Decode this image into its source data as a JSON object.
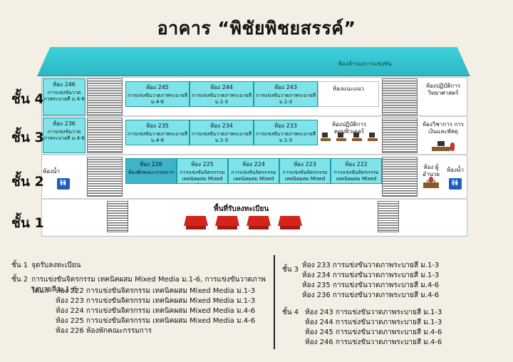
{
  "title": "อาคาร “พิชัยพิชยสรรค์”",
  "roof_label": "ห้องสำรองการแข่งขัน",
  "floors": {
    "f4": "ชั้น 4",
    "f3": "ชั้น 3",
    "f2": "ชั้น 2",
    "f1": "ชั้น 1"
  },
  "floor4": {
    "left_room": {
      "name": "ห้อง 246",
      "desc": "การแข่งขันวาดภาพระบายสี ม.4-6"
    },
    "rooms": [
      {
        "name": "ห้อง 245",
        "desc": "การแข่งขันวาดภาพระบายสี ม.4-6"
      },
      {
        "name": "ห้อง 244",
        "desc": "การแข่งขันวาดภาพระบายสี ม.1-3"
      },
      {
        "name": "ห้อง 243",
        "desc": "การแข่งขันวาดภาพระบายสี ม.1-3"
      }
    ],
    "white_room": "ห้องแนะแนว",
    "right_room": "ห้องปฏิบัติการ วิทยาศาสตร์"
  },
  "floor3": {
    "left_room": {
      "name": "ห้อง 236",
      "desc": "การแข่งขันวาดภาพระบายสี ม.4-6"
    },
    "rooms": [
      {
        "name": "ห้อง 235",
        "desc": "การแข่งขันวาดภาพระบายสี ม.4-6"
      },
      {
        "name": "ห้อง 234",
        "desc": "การแข่งขันวาดภาพระบายสี ม.1-3"
      },
      {
        "name": "ห้อง 233",
        "desc": "การแข่งขันวาดภาพระบายสี ม.1-3"
      }
    ],
    "computer_room": "ห้องปฏิบัติการคอมพิวเตอร์",
    "right_room": "ห้องวิชาการ การเงินและพัสดุ"
  },
  "floor2": {
    "toilet_left": "ห้องน้ำ",
    "room226": {
      "name": "ห้อง 226",
      "desc": "ห้องพักคณะกรรมการ"
    },
    "rooms": [
      {
        "name": "ห้อง 225",
        "desc": "การแข่งขันจิตรกรรม เทคนิคผสม Mixed Media ม.4-6"
      },
      {
        "name": "ห้อง 224",
        "desc": "การแข่งขันจิตรกรรม เทคนิคผสม Mixed Media ม.4-6"
      },
      {
        "name": "ห้อง 223",
        "desc": "การแข่งขันจิตรกรรม เทคนิคผสม Mixed Media ม.1-3"
      },
      {
        "name": "ห้อง 222",
        "desc": "การแข่งขันจิตรกรรม เทคนิคผสม Mixed Media ม.1-3"
      }
    ],
    "director_room": "ห้อง ผู้อำนวยการ",
    "toilet_right": "ห้องน้ำ"
  },
  "floor1": {
    "registration": "พื้นที่รับลงทะเบียน"
  },
  "legend_left": {
    "l1_label": "ชั้น 1",
    "l1_text": "จุดรับลงทะเบียน",
    "l2_label": "ชั้น 2",
    "l2_text": "การแข่งขันจิตรกรรม เทคนิคผสม Mixed Media ม.1-6, การแข่งขันวาดภาพระบายสี ม.1-6",
    "l2_sub": "ได้แก่",
    "items": [
      "ห้อง 222 การแข่งขันจิตรกรรม เทคนิคผสม Mixed Media ม.1-3",
      "ห้อง 223 การแข่งขันจิตรกรรม เทคนิคผสม Mixed Media ม.1-3",
      "ห้อง 224 การแข่งขันจิตรกรรม เทคนิคผสม Mixed Media ม.4-6",
      "ห้อง 225 การแข่งขันจิตรกรรม เทคนิคผสม Mixed Media ม.4-6",
      "ห้อง 226  ห้องพักคณะกรรมการ"
    ]
  },
  "legend_right": {
    "l3_label": "ชั้น 3",
    "l3_items": [
      "ห้อง 233 การแข่งขันวาดภาพระบายสี ม.1-3",
      "ห้อง 234 การแข่งขันวาดภาพระบายสี  ม.1-3",
      "ห้อง 235 การแข่งขันวาดภาพระบายสี  ม.4-6",
      "ห้อง 236 การแข่งขันวาดภาพระบายสี  ม.4-6"
    ],
    "l4_label": "ชั้น 4",
    "l4_items": [
      "ห้อง 243   การแข่งขันวาดภาพระบายสี ม.1-3",
      "ห้อง 244 การแข่งขันวาดภาพระบายสี ม.1-3",
      "ห้อง 245 การแข่งขันวาดภาพระบายสี ม.4-6",
      "ห้อง 246 การแข่งขันวาดภาพระบายสี ม.4-6"
    ]
  },
  "colors": {
    "room": "#7fe3ea",
    "room_dark": "#3fb3c8",
    "roof": "#2cb8c4",
    "table": "#d4241c"
  },
  "icons": {
    "toilet": "toilet-icon",
    "table": "table-icon"
  }
}
